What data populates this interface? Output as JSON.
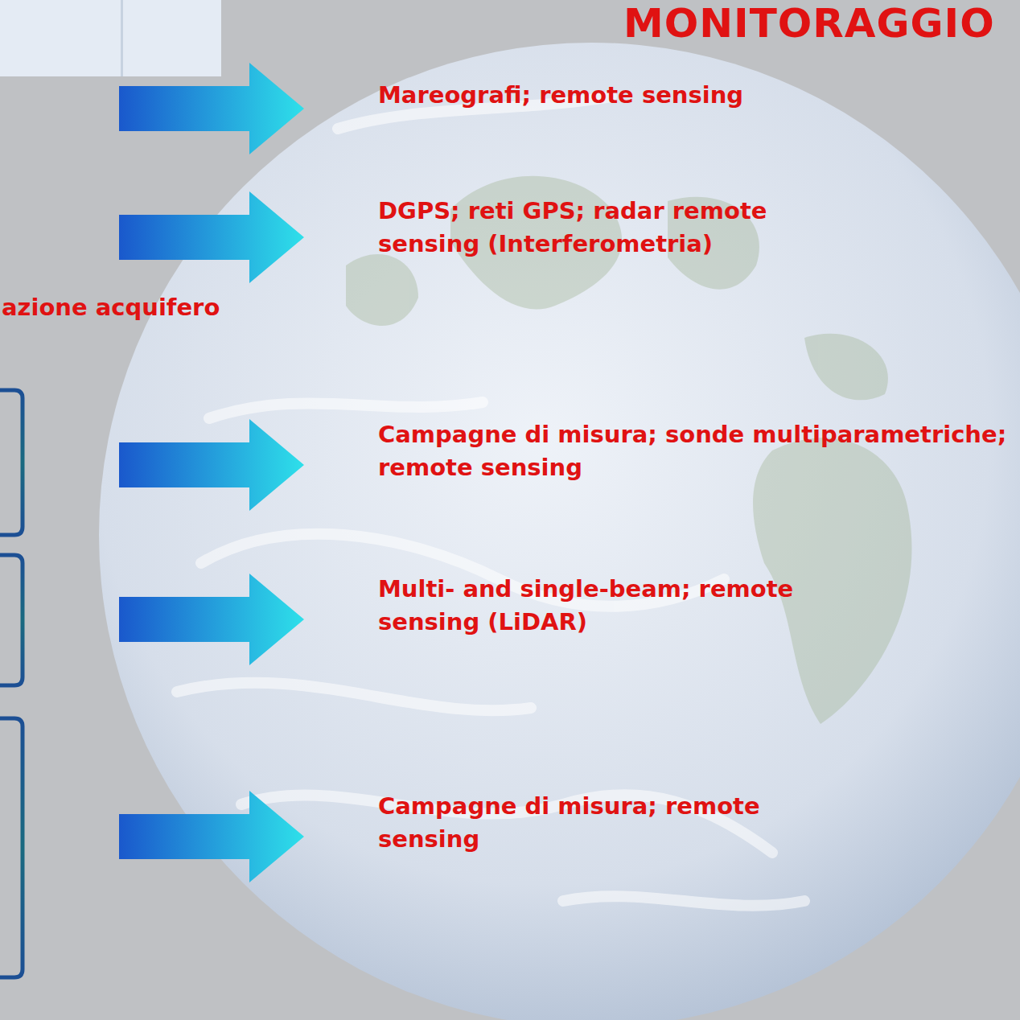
{
  "diagram": {
    "title": "MONITORAGGIO",
    "labels": [
      "Mareografi; remote sensing",
      "DGPS; reti GPS; radar remote sensing (Interferometria)",
      "azione acquifero",
      "Campagne di misura; sonde multiparametriche; remote sensing",
      "Multi- and single-beam; remote sensing (LiDAR)",
      "Campagne di misura; remote sensing"
    ]
  }
}
